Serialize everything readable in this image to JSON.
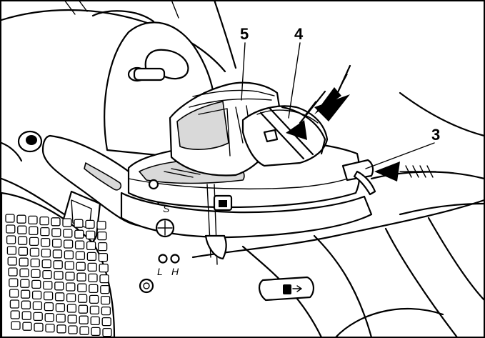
{
  "callouts": {
    "part_5": "5",
    "part_4": "4",
    "part_3": "3"
  },
  "markings": {
    "s": "S",
    "l": "L",
    "h": "H"
  },
  "colors": {
    "ink": "#000000",
    "paper": "#ffffff",
    "shade": "#d9d9d9"
  }
}
